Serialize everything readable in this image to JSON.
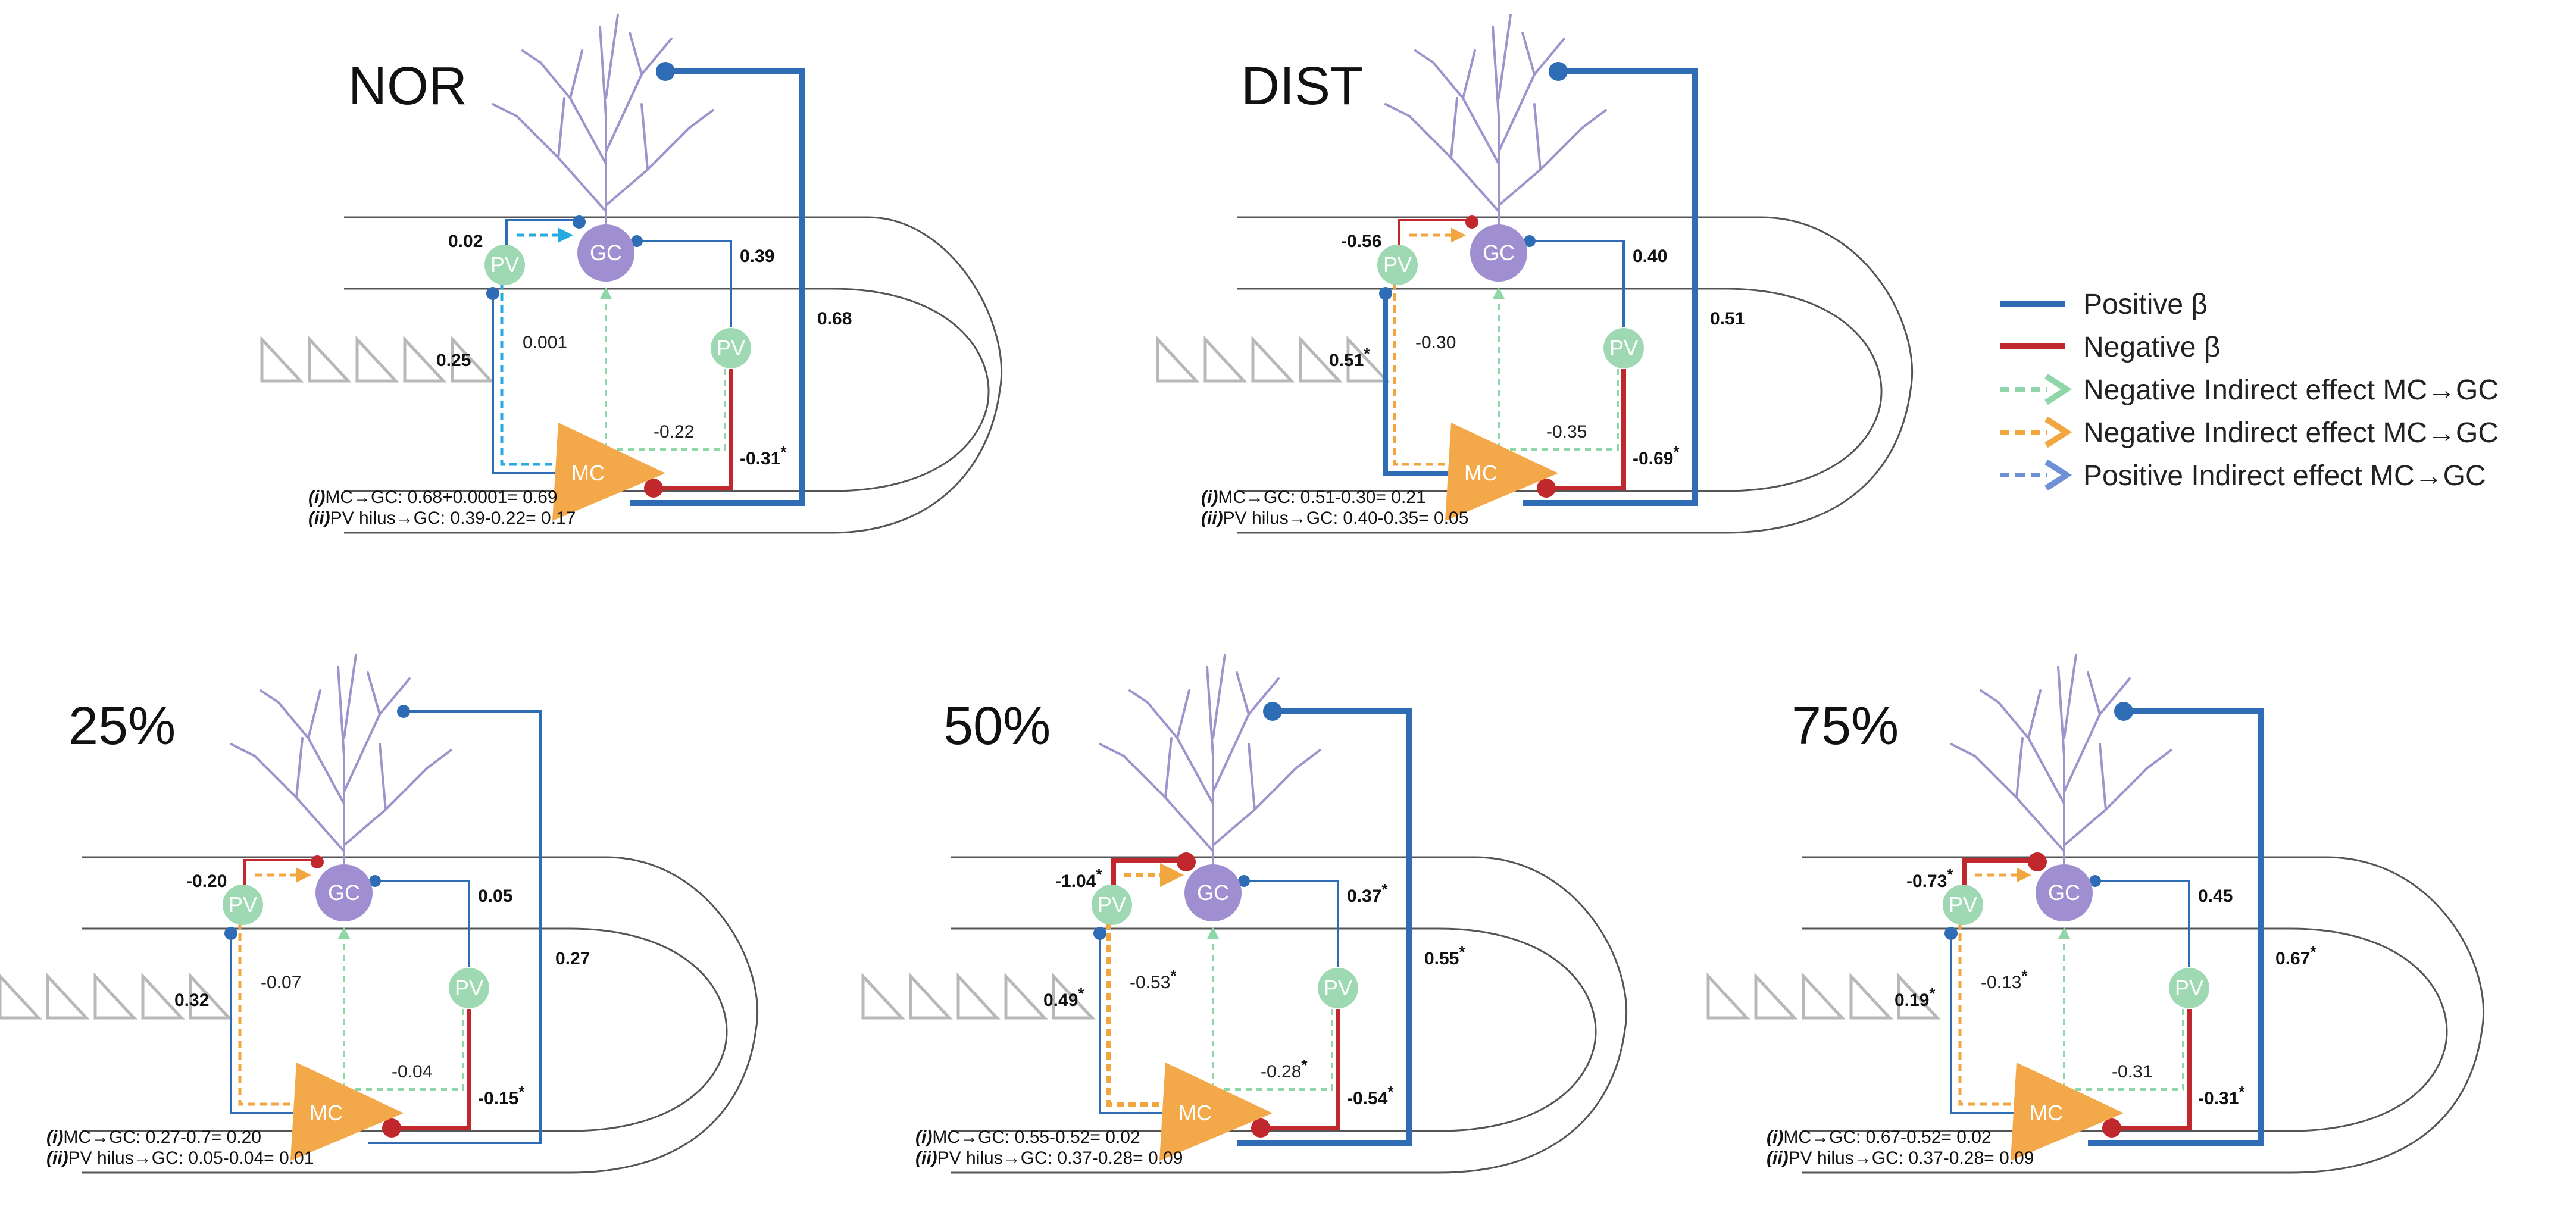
{
  "colors": {
    "positive": "#2e6cb5",
    "negative": "#c0282d",
    "ind_neg_green": "#8fd6a8",
    "ind_neg_orange": "#f2a640",
    "ind_pos_blue": "#27aae1",
    "pv_fill": "#9fd9b3",
    "gc_fill": "#9f8fd0",
    "mc_fill": "#f3a84a",
    "dendrite": "#9e94cc",
    "layer_line": "#555555",
    "triangle": "#b8b8b8"
  },
  "legend": {
    "positive": "Positive β",
    "negative": "Negative β",
    "ind_neg_green": "Negative Indirect effect MC→GC",
    "ind_neg_orange": "Negative Indirect effect MC→GC",
    "ind_pos_blue": "Positive Indirect effect MC→GC"
  },
  "nodes": {
    "pv": "PV",
    "gc": "GC",
    "mc": "MC"
  },
  "panels": [
    {
      "title": "NOR",
      "pv_gc": {
        "value": "0.02",
        "star": false,
        "sign": "positive",
        "thick": false
      },
      "mc_pv": {
        "value": "0.25",
        "star": false,
        "sign": "positive",
        "thick": false
      },
      "gc_pvh": {
        "value": "0.39",
        "star": false,
        "sign": "positive"
      },
      "mc_pvh": {
        "value": "-0.31",
        "star": true,
        "sign": "negative"
      },
      "mc_gc": {
        "value": "0.68",
        "star": false,
        "sign": "positive",
        "thick": true
      },
      "ind_left": {
        "value": "0.001",
        "star": false,
        "kind": "ind_pos_blue",
        "thick": false
      },
      "ind_right": {
        "value": "-0.22",
        "star": false
      },
      "foot1": {
        "num": "i",
        "text": "MC→GC: 0.68+0.0001= 0.69"
      },
      "foot2": {
        "num": "ii",
        "text": "PV hilus→GC: 0.39-0.22= 0.17"
      }
    },
    {
      "title": "DIST",
      "pv_gc": {
        "value": "-0.56",
        "star": false,
        "sign": "negative",
        "thick": false
      },
      "mc_pv": {
        "value": "0.51",
        "star": true,
        "sign": "positive",
        "thick": true
      },
      "gc_pvh": {
        "value": "0.40",
        "star": false,
        "sign": "positive"
      },
      "mc_pvh": {
        "value": "-0.69",
        "star": true,
        "sign": "negative"
      },
      "mc_gc": {
        "value": "0.51",
        "star": false,
        "sign": "positive",
        "thick": true
      },
      "ind_left": {
        "value": "-0.30",
        "star": false,
        "kind": "ind_neg_orange",
        "thick": false
      },
      "ind_right": {
        "value": "-0.35",
        "star": false
      },
      "foot1": {
        "num": "i",
        "text": "MC→GC: 0.51-0.30= 0.21"
      },
      "foot2": {
        "num": "ii",
        "text": "PV hilus→GC: 0.40-0.35= 0.05"
      }
    },
    {
      "title": "25%",
      "pv_gc": {
        "value": "-0.20",
        "star": false,
        "sign": "negative",
        "thick": false
      },
      "mc_pv": {
        "value": "0.32",
        "star": false,
        "sign": "positive",
        "thick": false
      },
      "gc_pvh": {
        "value": "0.05",
        "star": false,
        "sign": "positive"
      },
      "mc_pvh": {
        "value": "-0.15",
        "star": true,
        "sign": "negative"
      },
      "mc_gc": {
        "value": "0.27",
        "star": false,
        "sign": "positive",
        "thick": false
      },
      "ind_left": {
        "value": "-0.07",
        "star": false,
        "kind": "ind_neg_orange",
        "thick": false
      },
      "ind_right": {
        "value": "-0.04",
        "star": false
      },
      "foot1": {
        "num": "i",
        "text": "MC→GC: 0.27-0.7= 0.20"
      },
      "foot2": {
        "num": "ii",
        "text": "PV hilus→GC: 0.05-0.04= 0.01"
      }
    },
    {
      "title": "50%",
      "pv_gc": {
        "value": "-1.04",
        "star": true,
        "sign": "negative",
        "thick": true
      },
      "mc_pv": {
        "value": "0.49",
        "star": true,
        "sign": "positive",
        "thick": false
      },
      "gc_pvh": {
        "value": "0.37",
        "star": true,
        "sign": "positive"
      },
      "mc_pvh": {
        "value": "-0.54",
        "star": true,
        "sign": "negative"
      },
      "mc_gc": {
        "value": "0.55",
        "star": true,
        "sign": "positive",
        "thick": true
      },
      "ind_left": {
        "value": "-0.53",
        "star": true,
        "kind": "ind_neg_orange",
        "thick": true
      },
      "ind_right": {
        "value": "-0.28",
        "star": true
      },
      "foot1": {
        "num": "i",
        "text": "MC→GC: 0.55-0.52= 0.02"
      },
      "foot2": {
        "num": "ii",
        "text": "PV hilus→GC: 0.37-0.28= 0.09"
      }
    },
    {
      "title": "75%",
      "pv_gc": {
        "value": "-0.73",
        "star": true,
        "sign": "negative",
        "thick": true
      },
      "mc_pv": {
        "value": "0.19",
        "star": true,
        "sign": "positive",
        "thick": false
      },
      "gc_pvh": {
        "value": "0.45",
        "star": false,
        "sign": "positive"
      },
      "mc_pvh": {
        "value": "-0.31",
        "star": true,
        "sign": "negative"
      },
      "mc_gc": {
        "value": "0.67",
        "star": true,
        "sign": "positive",
        "thick": true
      },
      "ind_left": {
        "value": "-0.13",
        "star": true,
        "kind": "ind_neg_orange",
        "thick": false
      },
      "ind_right": {
        "value": "-0.31",
        "star": false
      },
      "foot1": {
        "num": "i",
        "text": "MC→GC: 0.67-0.52= 0.02"
      },
      "foot2": {
        "num": "ii",
        "text": "PV hilus→GC: 0.37-0.28= 0.09"
      }
    }
  ]
}
